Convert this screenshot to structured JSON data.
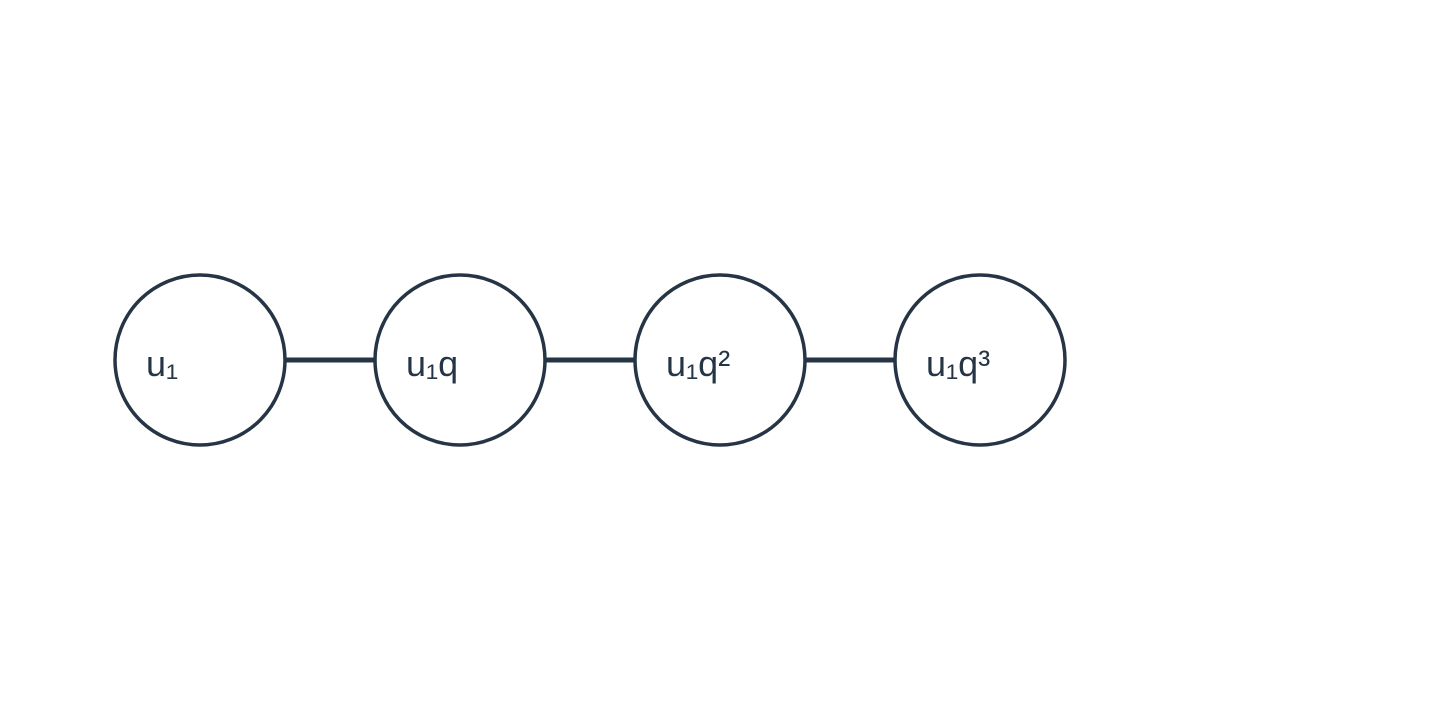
{
  "diagram": {
    "stroke_color": "#263545",
    "background": "#ffffff",
    "nodes": [
      {
        "id": "n1",
        "label": "u₁"
      },
      {
        "id": "n2",
        "label": "u₁q"
      },
      {
        "id": "n3",
        "label": "u₁q²"
      },
      {
        "id": "n4",
        "label": "u₁q³"
      }
    ],
    "edges": [
      {
        "from": "n1",
        "to": "n2"
      },
      {
        "from": "n2",
        "to": "n3"
      },
      {
        "from": "n3",
        "to": "n4"
      }
    ]
  }
}
